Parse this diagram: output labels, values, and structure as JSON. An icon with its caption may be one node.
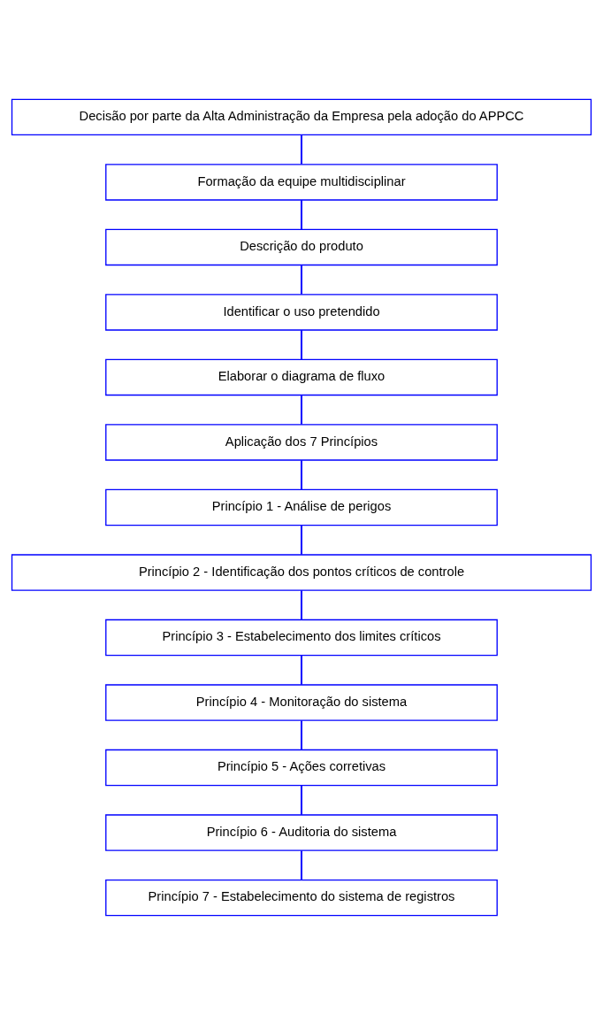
{
  "diagram": {
    "nodes": [
      {
        "text": [
          "Decisão por parte da Alta Administração da Empresa pela adoção do APPCC"
        ]
      },
      {
        "text": [
          "Formação da equipe multidisciplinar"
        ]
      },
      {
        "text": [
          "Descrição do produto"
        ]
      },
      {
        "text": [
          "Identificar o uso pretendido"
        ]
      },
      {
        "text": [
          "Elaborar o diagrama de fluxo"
        ]
      },
      {
        "text": [
          "Aplicação dos 7 Princípios"
        ]
      },
      {
        "text": [
          "Princípio 1 - Análise de perigos"
        ]
      },
      {
        "text": [
          "Princípio 2 - Identificação dos pontos críticos de controle"
        ]
      },
      {
        "text": [
          "Princípio 3 - Estabelecimento dos limites críticos"
        ]
      },
      {
        "text": [
          "Princípio 4 - Monitoração do sistema"
        ]
      },
      {
        "text": [
          "Princípio 5 - Ações corretivas"
        ]
      },
      {
        "text": [
          "Princípio 6 - Auditoria do sistema"
        ]
      },
      {
        "text": [
          "Princípio 7 - Estabelecimento do sistema de registros"
        ]
      }
    ],
    "edges": [
      {
        "from": 0,
        "to": 1,
        "arrow": "none"
      },
      {
        "from": 1,
        "to": 2,
        "arrow": "none"
      },
      {
        "from": 2,
        "to": 3,
        "arrow": "none"
      },
      {
        "from": 3,
        "to": 4,
        "arrow": "none"
      },
      {
        "from": 4,
        "to": 5,
        "arrow": "none"
      },
      {
        "from": 5,
        "to": 6,
        "arrow": "none"
      },
      {
        "from": 6,
        "to": 7,
        "arrow": "none"
      },
      {
        "from": 7,
        "to": 8,
        "arrow": "none"
      },
      {
        "from": 8,
        "to": 9,
        "arrow": "none"
      },
      {
        "from": 9,
        "to": 10,
        "arrow": "none"
      },
      {
        "from": 10,
        "to": 11,
        "arrow": "none"
      },
      {
        "from": 11,
        "to": 12,
        "arrow": "none"
      }
    ]
  }
}
